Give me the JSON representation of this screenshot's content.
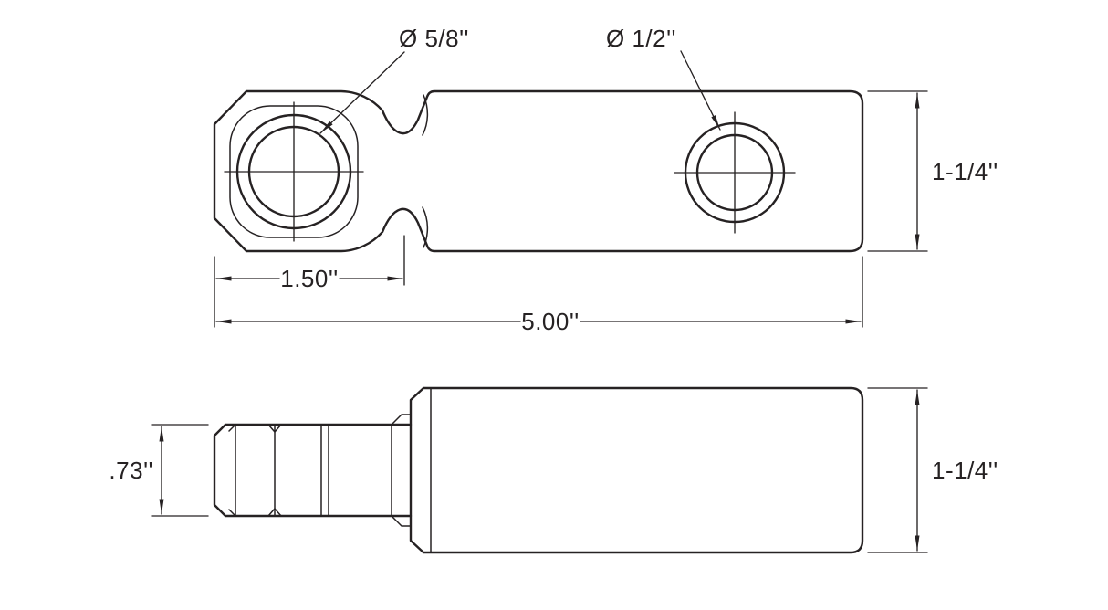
{
  "drawing": {
    "colors": {
      "line_color": "#262223",
      "background": "#ffffff"
    },
    "top_view": {
      "large_hole_diameter_label": "Ø 5/8''",
      "small_hole_diameter_label": "Ø 1/2''",
      "height_dimension_label": "1-1/4''",
      "lug_width_dimension_label": "1.50''",
      "overall_length_dimension_label": "5.00''"
    },
    "side_view": {
      "height_dimension_label": "1-1/4''",
      "stud_height_dimension_label": ".73''"
    }
  }
}
